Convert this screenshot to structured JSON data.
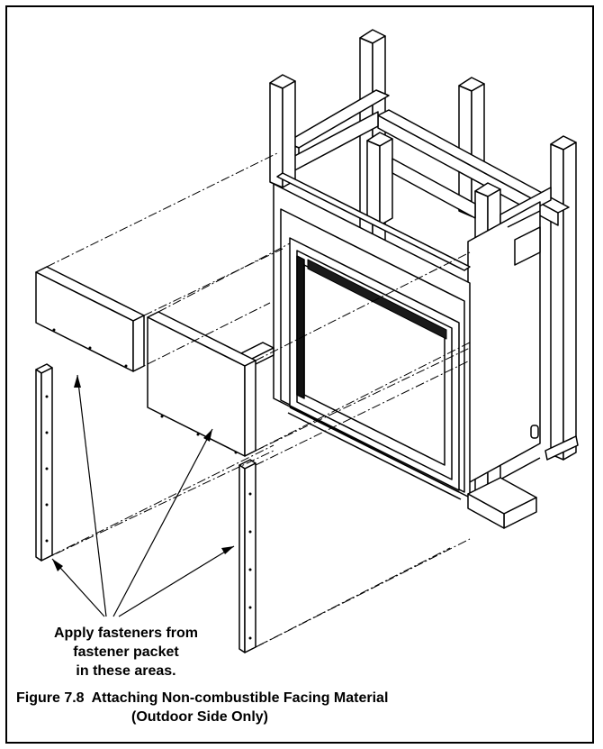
{
  "callout": {
    "lines": [
      "Apply fasteners from",
      "fastener packet",
      "in these areas."
    ]
  },
  "figure": {
    "number": "Figure 7.8",
    "title_line1": "Attaching Non-combustible Facing Material",
    "title_line2": "(Outdoor Side Only)"
  }
}
